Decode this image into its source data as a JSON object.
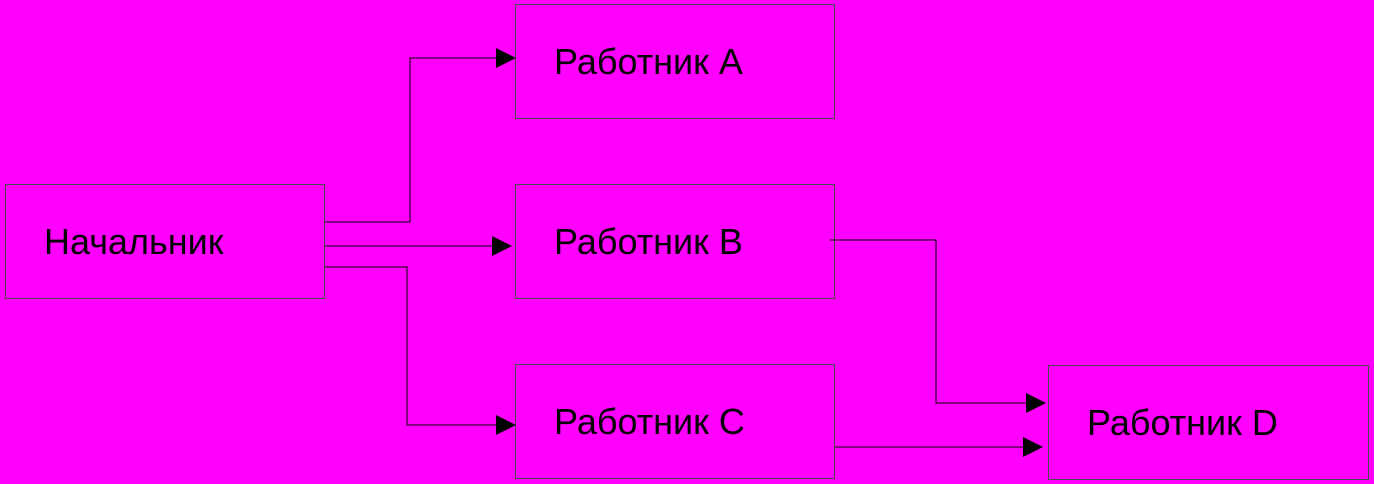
{
  "diagram": {
    "background_color": "#ff00ff",
    "line_color": "#000000",
    "box_border_color": "#4a4a4a",
    "nodes": {
      "boss": {
        "label": "Начальник"
      },
      "worker_a": {
        "label": "Работник A"
      },
      "worker_b": {
        "label": "Работник B"
      },
      "worker_c": {
        "label": "Работник C"
      },
      "worker_d": {
        "label": "Работник D"
      }
    },
    "edges": [
      {
        "from": "Начальник",
        "to": "Работник A"
      },
      {
        "from": "Начальник",
        "to": "Работник B"
      },
      {
        "from": "Начальник",
        "to": "Работник C"
      },
      {
        "from": "Работник B",
        "to": "Работник D"
      },
      {
        "from": "Работник C",
        "to": "Работник D"
      }
    ]
  }
}
